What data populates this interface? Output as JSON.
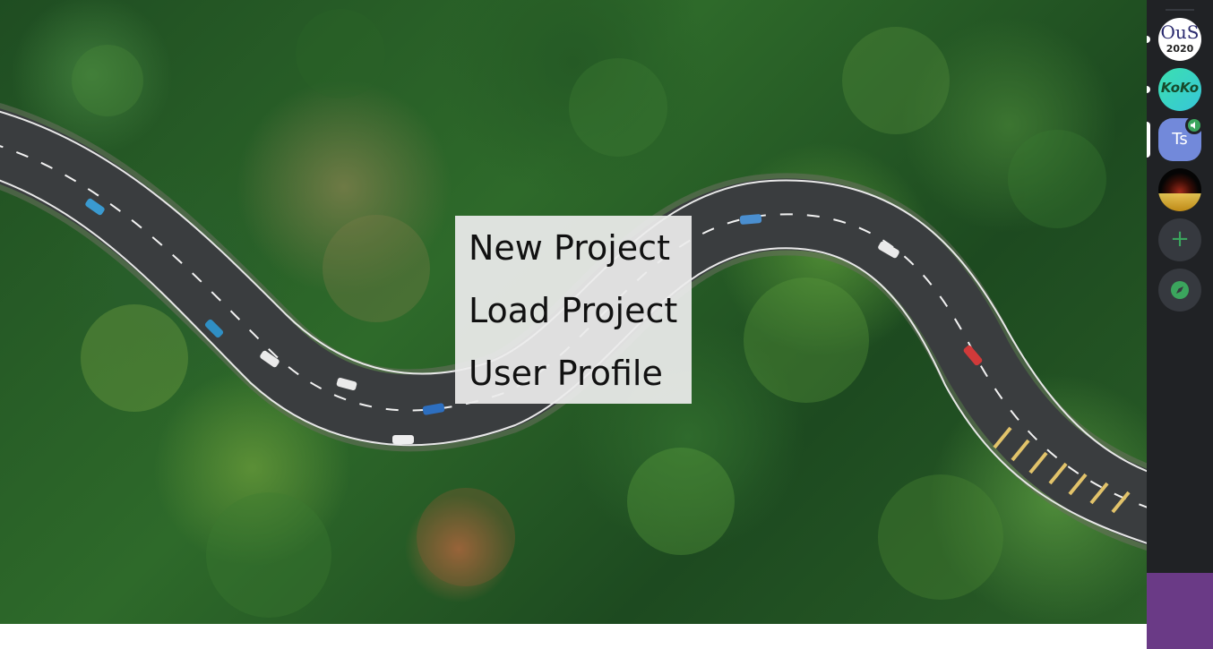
{
  "menu": {
    "items": [
      "New Project",
      "Load Project",
      "User Profile"
    ]
  },
  "rail": {
    "servers": [
      {
        "name": "os-2020",
        "line1": "OuS",
        "line2": "2020"
      },
      {
        "name": "koko",
        "label": "KoKo"
      },
      {
        "name": "ts",
        "label": "Ts",
        "badge": "speaker-icon"
      },
      {
        "name": "dark-server"
      },
      {
        "name": "add-server",
        "icon": "plus-icon",
        "glyph": "+"
      },
      {
        "name": "explore",
        "icon": "compass-icon"
      }
    ]
  },
  "colors": {
    "rail_bg": "#202225",
    "rail_bottom": "#6a3a86",
    "accent_green": "#3ba55d",
    "blurple": "#7289da",
    "menu_bg": "#ececec"
  }
}
